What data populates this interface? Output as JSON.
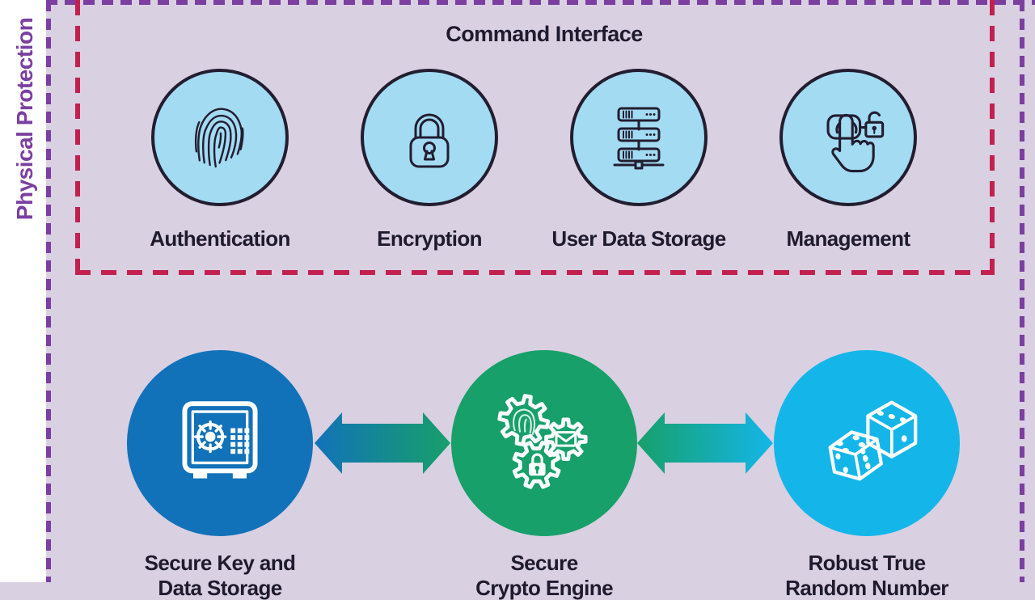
{
  "colors": {
    "background": "#d9d0e2",
    "left_margin": "#ffffff",
    "outer_border_purple": "#7b3fa0",
    "inner_border_red": "#c22050",
    "top_circle_fill": "#a3dbf3",
    "outline_dark": "#221e30",
    "text_dark": "#1f1b2e",
    "module_blue": "#1272b9",
    "module_green": "#17a06a",
    "module_cyan": "#14b6e9"
  },
  "side_label": "Physical Protection",
  "command_interface": {
    "title": "Command Interface",
    "items": [
      {
        "label": "Authentication",
        "icon": "fingerprint-icon"
      },
      {
        "label": "Encryption",
        "icon": "padlock-icon"
      },
      {
        "label": "User Data Storage",
        "icon": "server-stack-icon"
      },
      {
        "label": "Management",
        "icon": "press-control-lock-icon"
      }
    ]
  },
  "modules": {
    "items": [
      {
        "line1": "Secure Key and",
        "line2": "Data Storage",
        "icon": "safe-icon"
      },
      {
        "line1": "Secure",
        "line2": "Crypto Engine",
        "icon": "crypto-gears-icon"
      },
      {
        "line1": "Robust True",
        "line2": "Random Number",
        "icon": "dice-icon"
      }
    ]
  }
}
